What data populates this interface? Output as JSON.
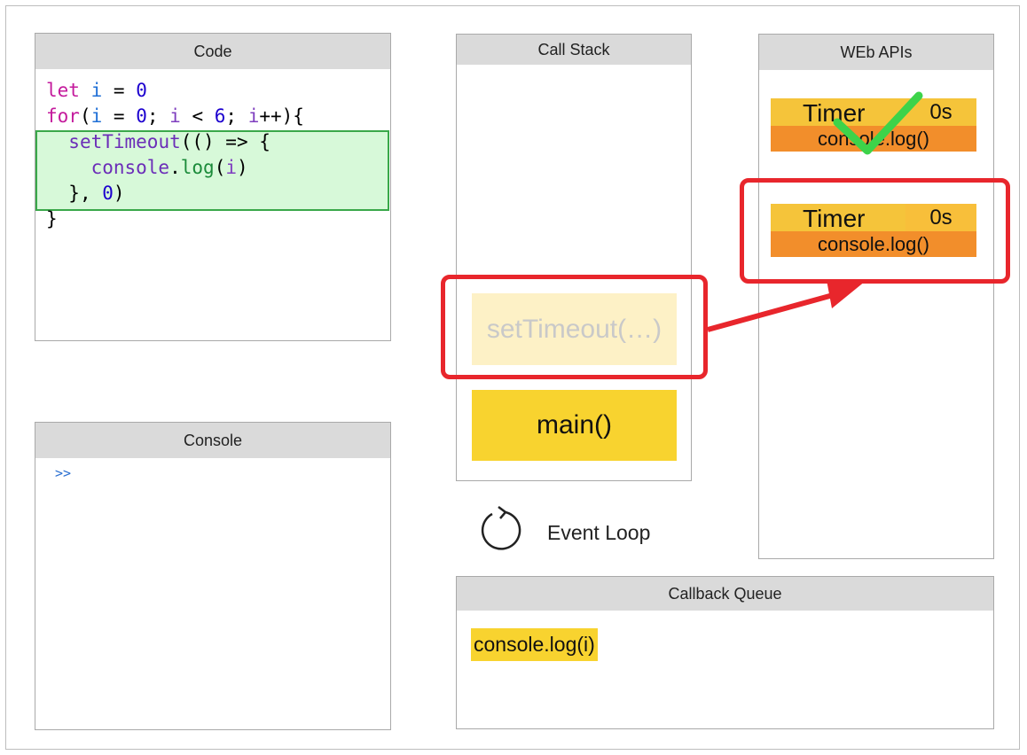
{
  "code_panel": {
    "title": "Code",
    "lines": {
      "l1_kw": "let",
      "l1_id": "i",
      "l1_rest": " = ",
      "l1_num": "0",
      "l2_kw": "for",
      "l2_a": "(",
      "l2_id1": "i",
      "l2_b": " = ",
      "l2_num1": "0",
      "l2_c": "; ",
      "l2_id2": "i",
      "l2_d": " < ",
      "l2_num2": "6",
      "l2_e": "; ",
      "l2_id3": "i",
      "l2_f": "++){",
      "l3_fn": "setTimeout",
      "l3_rest": "(() => {",
      "l4_obj": "console",
      "l4_dot": ".",
      "l4_fn": "log",
      "l4_a": "(",
      "l4_id": "i",
      "l4_b": ")",
      "l5_a": "}, ",
      "l5_num": "0",
      "l5_b": ")",
      "l6": "}"
    }
  },
  "console_panel": {
    "title": "Console",
    "prompt": ">>"
  },
  "call_stack": {
    "title": "Call Stack",
    "frames": [
      "setTimeout(…)",
      "main()"
    ]
  },
  "web_apis": {
    "title": "WEb APIs",
    "timers": [
      {
        "label": "Timer",
        "value": "0s",
        "callback": "console.log()",
        "completed": true
      },
      {
        "label": "Timer",
        "value": "0s",
        "callback": "console.log()",
        "completed": false
      }
    ]
  },
  "event_loop": {
    "label": "Event Loop",
    "icon": "refresh-icon"
  },
  "callback_queue": {
    "title": "Callback Queue",
    "items": [
      "console.log(i)"
    ]
  },
  "colors": {
    "highlight_red": "#e8262c",
    "stack_yellow": "#f8d32f",
    "timer_orange": "#f28e2b",
    "check_green": "#3dd34a",
    "code_highlight": "#d7f9d9"
  }
}
